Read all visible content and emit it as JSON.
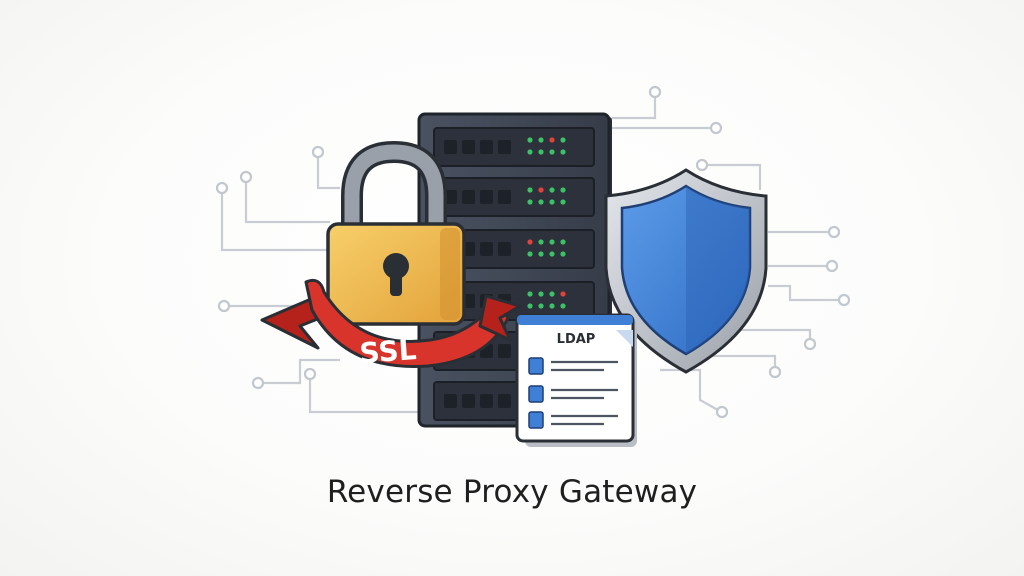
{
  "caption": "Reverse Proxy Gateway",
  "labels": {
    "ribbon": "SSL",
    "directory_card": "LDAP"
  },
  "colors": {
    "lock_body": "#f0b84a",
    "lock_shackle": "#8a8f98",
    "ribbon": "#d9342b",
    "server_body": "#3e4552",
    "shield_outer": "#b9bec6",
    "shield_inner": "#3f7fd6",
    "circuit": "#c8ccd2",
    "card_header": "#3f7fd6"
  },
  "icons": {
    "lock": "padlock-icon",
    "server": "server-rack-icon",
    "shield": "shield-icon",
    "directory": "ldap-directory-icon"
  }
}
